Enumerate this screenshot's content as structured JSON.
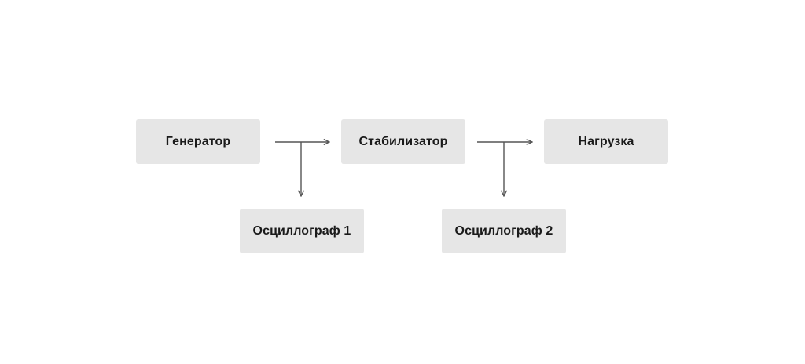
{
  "blocks": {
    "generator": "Генератор",
    "stabilizer": "Стабилизатор",
    "load": "Нагрузка",
    "oscilloscope_1": "Осциллограф 1",
    "oscilloscope_2": "Осциллограф 2"
  },
  "connections": [
    {
      "from": "generator",
      "to": "stabilizer"
    },
    {
      "from": "generator",
      "to": "oscilloscope_1"
    },
    {
      "from": "stabilizer",
      "to": "load"
    },
    {
      "from": "stabilizer",
      "to": "oscilloscope_2"
    }
  ],
  "colors": {
    "block_fill": "#e6e6e6",
    "text": "#1a1a1a",
    "connector": "#555555"
  }
}
